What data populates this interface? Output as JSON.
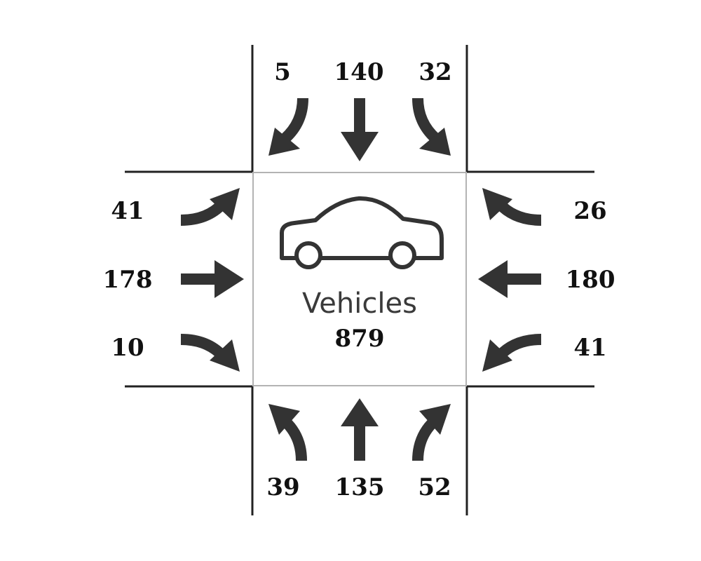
{
  "center": {
    "label": "Vehicles",
    "total": "879"
  },
  "movements": {
    "north": {
      "left": "5",
      "through": "140",
      "right": "32"
    },
    "south": {
      "left": "39",
      "through": "135",
      "right": "52"
    },
    "west": {
      "left": "41",
      "through": "178",
      "right": "10"
    },
    "east": {
      "left": "26",
      "through": "180",
      "right": "41"
    }
  },
  "icons": {
    "center": "car-icon",
    "arrows": [
      "curved-arrow-icon",
      "straight-arrow-icon"
    ]
  },
  "colors": {
    "arrow": "#333333",
    "road": "#222222",
    "box": "#9a9a9a",
    "text": "#111111"
  }
}
